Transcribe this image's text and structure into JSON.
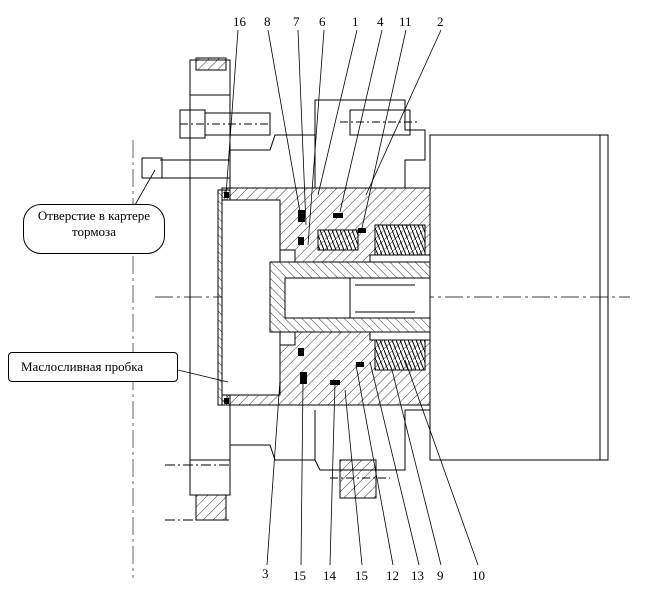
{
  "callouts": {
    "crankcase_hole": "Отверстие в картере тормоза",
    "drain_plug": "Маслосливная пробка"
  },
  "part_numbers_top": [
    "16",
    "8",
    "7",
    "6",
    "1",
    "4",
    "11",
    "2"
  ],
  "part_numbers_bottom": [
    "3",
    "15",
    "14",
    "15",
    "12",
    "13",
    "9",
    "10"
  ]
}
